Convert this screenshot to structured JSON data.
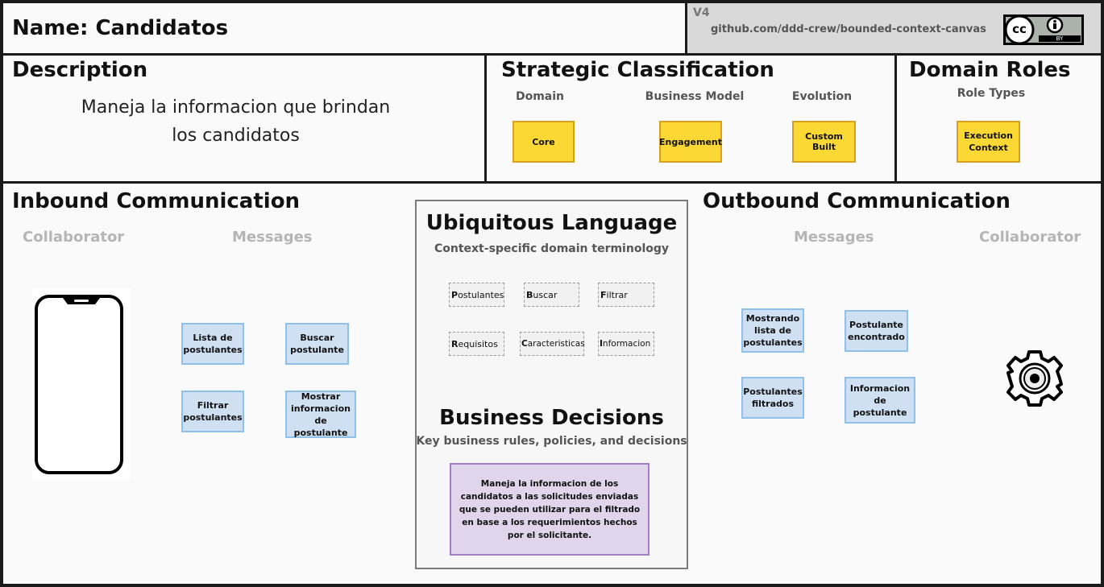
{
  "name_label": "Name: Candidatos",
  "version": "V4",
  "github_link": "github.com/ddd-crew/bounded-context-canvas",
  "license": {
    "cc": "cc",
    "by": "BY"
  },
  "description": {
    "title": "Description",
    "text_line1": "Maneja la informacion que brindan",
    "text_line2": "los candidatos"
  },
  "strategic": {
    "title": "Strategic Classification",
    "domain": {
      "label": "Domain",
      "value": "Core"
    },
    "business_model": {
      "label": "Business Model",
      "value": "Engagement"
    },
    "evolution": {
      "label": "Evolution",
      "value": "Custom Built"
    }
  },
  "domain_roles": {
    "title": "Domain Roles",
    "subtitle": "Role Types",
    "role": "Execution Context"
  },
  "inbound": {
    "title": "Inbound Communication",
    "collaborator_label": "Collaborator",
    "messages_label": "Messages",
    "collaborator_icon": "smartphone-icon",
    "messages": [
      "Lista de postulantes",
      "Buscar postulante",
      "Filtrar postulantes",
      "Mostrar informacion de postulante"
    ]
  },
  "ubiquitous": {
    "title": "Ubiquitous Language",
    "subtitle": "Context-specific domain terminology",
    "terms": [
      {
        "first": "P",
        "rest": "ostulantes"
      },
      {
        "first": "B",
        "rest": "uscar"
      },
      {
        "first": "F",
        "rest": "iltrar"
      },
      {
        "first": "R",
        "rest": "equisitos"
      },
      {
        "first": "C",
        "rest": "aracteristicas"
      },
      {
        "first": "I",
        "rest": "nformacion"
      }
    ]
  },
  "business_decisions": {
    "title": "Business Decisions",
    "subtitle": "Key business rules, policies, and decisions",
    "text": "Maneja la informacion de los candidatos a las solicitudes enviadas que se pueden utilizar para el filtrado en base a los requerimientos hechos por el solicitante."
  },
  "outbound": {
    "title": "Outbound Communication",
    "messages_label": "Messages",
    "collaborator_label": "Collaborator",
    "collaborator_icon": "gear-icon",
    "messages": [
      "Mostrando lista de postulantes",
      "Postulante encontrado",
      "Postulantes filtrados",
      "Informacion de postulante"
    ]
  },
  "colors": {
    "sticky_yellow": "#fcd835",
    "sticky_blue": "#cfe0f3",
    "decision_purple": "#e0d5ea",
    "border": "#1a1a1a"
  }
}
